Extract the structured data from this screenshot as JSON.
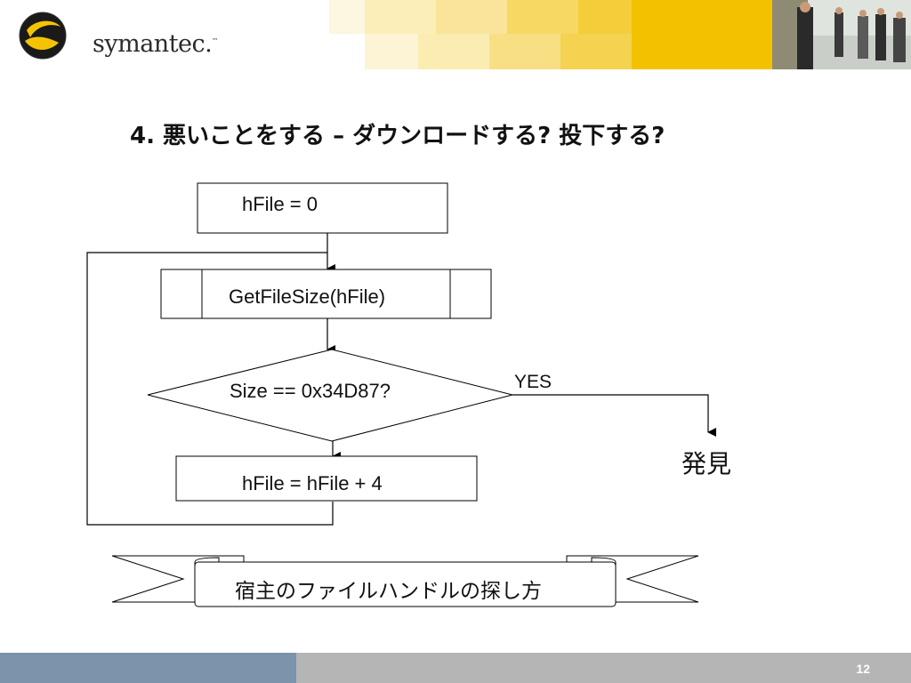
{
  "header": {
    "brand": "symantec.",
    "trademark": "™",
    "accent_color": "#f2c200"
  },
  "slide": {
    "title": "4. 悪いことをする – ダウンロードする? 投下する?"
  },
  "flowchart": {
    "init_box": "hFile = 0",
    "process_box": "GetFileSize(hFile)",
    "decision": "Size == 0x34D87?",
    "yes_label": "YES",
    "found_label": "発見",
    "increment_box": "hFile = hFile + 4"
  },
  "banner": {
    "text": "宿主のファイルハンドルの探し方"
  },
  "footer": {
    "page_number": "12",
    "left_color": "#7b93ab",
    "right_color": "#b5b5b5"
  }
}
